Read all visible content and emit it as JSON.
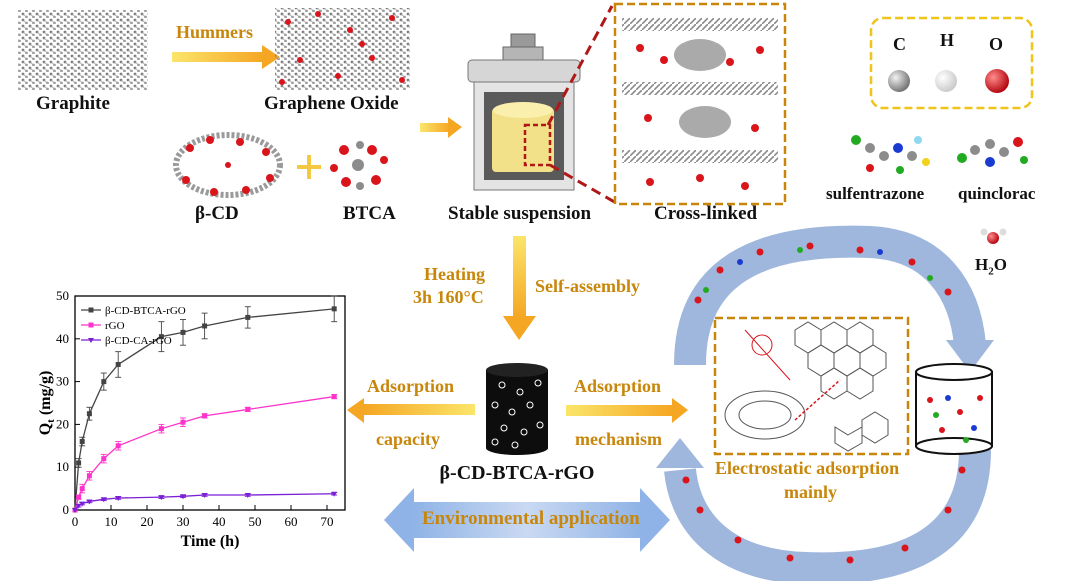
{
  "labels": {
    "graphite": "Graphite",
    "hummers": "Hummers",
    "graphene_oxide": "Graphene Oxide",
    "beta_cd": "β-CD",
    "btca": "BTCA",
    "stable_suspension": "Stable suspension",
    "cross_linked": "Cross-linked",
    "heating_line1": "Heating",
    "heating_line2": "3h 160°C",
    "self_assembly": "Self-assembly",
    "adsorption_left": "Adsorption",
    "capacity": "capacity",
    "adsorption_right": "Adsorption",
    "mechanism": "mechanism",
    "product": "β-CD-BTCA-rGO",
    "environmental": "Environmental application",
    "electrostatic_line1": "Electrostatic adsorption",
    "electrostatic_line2": "mainly",
    "sulfentrazone": "sulfentrazone",
    "quinclorac": "quinclorac",
    "water": "H",
    "water_sub": "2",
    "water_tail": "O"
  },
  "atom_legend": [
    {
      "symbol": "C",
      "color": "#8c8c8c"
    },
    {
      "symbol": "H",
      "color": "#e6e6e6"
    },
    {
      "symbol": "O",
      "color": "#d9141b"
    }
  ],
  "colors": {
    "gold_text": "#c8860a",
    "arrow_yellow": "#f7d21e",
    "arrow_orange": "#f5a623",
    "cycle_blue": "#9fb7dd",
    "oxygen_red": "#d9141b",
    "frame_gold": "#c8860a"
  },
  "chart_data": {
    "type": "line",
    "xlabel": "Time (h)",
    "ylabel": "Q",
    "ylabel_sub": "t",
    "ylabel_unit": " (mg/g)",
    "xlim": [
      0,
      75
    ],
    "ylim": [
      0,
      50
    ],
    "xticks": [
      0,
      10,
      20,
      30,
      40,
      50,
      60,
      70
    ],
    "yticks": [
      0,
      10,
      20,
      30,
      40,
      50
    ],
    "legend_position": "top-left",
    "x": [
      0,
      1,
      2,
      4,
      8,
      12,
      24,
      30,
      36,
      48,
      72
    ],
    "series": [
      {
        "name": "β-CD-BTCA-rGO",
        "color": "#444444",
        "marker": "square",
        "values": [
          0,
          11,
          16,
          22.5,
          30,
          34,
          40.5,
          41.5,
          43,
          45,
          47
        ],
        "errors": [
          0,
          1,
          1,
          1.5,
          2,
          3,
          3.5,
          3,
          3,
          2.5,
          3
        ]
      },
      {
        "name": "rGO",
        "color": "#ff33cc",
        "marker": "square",
        "values": [
          0,
          3,
          5,
          8,
          12,
          15,
          19,
          20.5,
          22,
          23.5,
          26.5
        ],
        "errors": [
          0,
          0.5,
          1,
          1,
          1,
          1,
          1,
          1,
          0.5,
          0.5,
          0.5
        ]
      },
      {
        "name": "β-CD-CA-rGO",
        "color": "#7a1fd6",
        "marker": "triangle-down",
        "values": [
          0,
          1,
          1.5,
          2,
          2.5,
          2.8,
          3,
          3.2,
          3.5,
          3.5,
          3.8
        ],
        "errors": [
          0,
          0.3,
          0.3,
          0.3,
          0.3,
          0.3,
          0.3,
          0.3,
          0.3,
          0.3,
          0.3
        ]
      }
    ]
  }
}
